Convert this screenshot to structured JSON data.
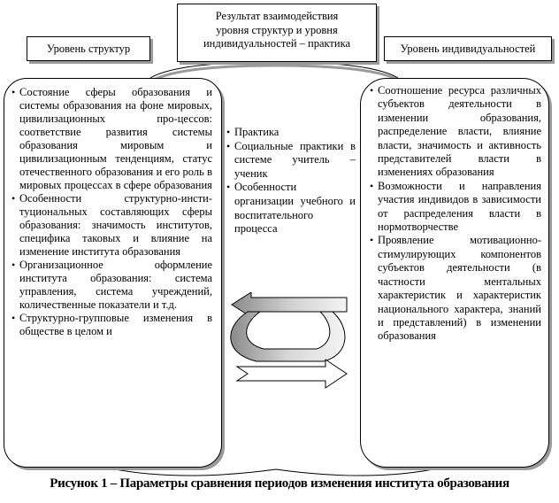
{
  "top_box": {
    "lines": [
      "Результат взаимодействия",
      "уровня структур и уровня",
      "индивидуальностей – практика"
    ]
  },
  "left_label": "Уровень структур",
  "right_label": "Уровень индивидуальностей",
  "left_items": [
    "Состояние сферы образования и системы образования на фоне мировых, цивилизационных про-цессов: соответствие развития системы образования мировым и цивилизационным тенденциям, статус отечественного образования и его роль в мировых процессах в сфере образования",
    "Особенности структурно-инсти-туциональных составляющих сферы образования: значимость институтов, специфика таковых и влияние на изменение института образования",
    "Организационное оформление института образования: система управления, система учреждений, количественные показатели и т.д.",
    "Структурно-групповые изменения в обществе в целом и"
  ],
  "center_items": [
    "Практика",
    "Социальные практики в системе учитель – ученик",
    "Особенности организации учебного и воспитательного процесса"
  ],
  "right_items": [
    "Соотношение ресурса различных субъектов деятельности в изменении образования, распределение власти, влияние власти, значимость и активность представителей власти в изменениях образования",
    "Возможности и направления участия индивидов в зависимости от распределения власти в нормотворчестве",
    "Проявление мотивационно-стимулирующих компонентов субъектов деятельности (в частности ментальных характеристик и характеристик национального характера, знаний и представлений) в изменении образования"
  ],
  "caption": "Рисунок 1 – Параметры сравнения периодов изменения института образования",
  "colors": {
    "shadow": "#9a9a9a",
    "arrow_light": "#e8e8e8",
    "arrow_dark": "#8c8c8c"
  }
}
